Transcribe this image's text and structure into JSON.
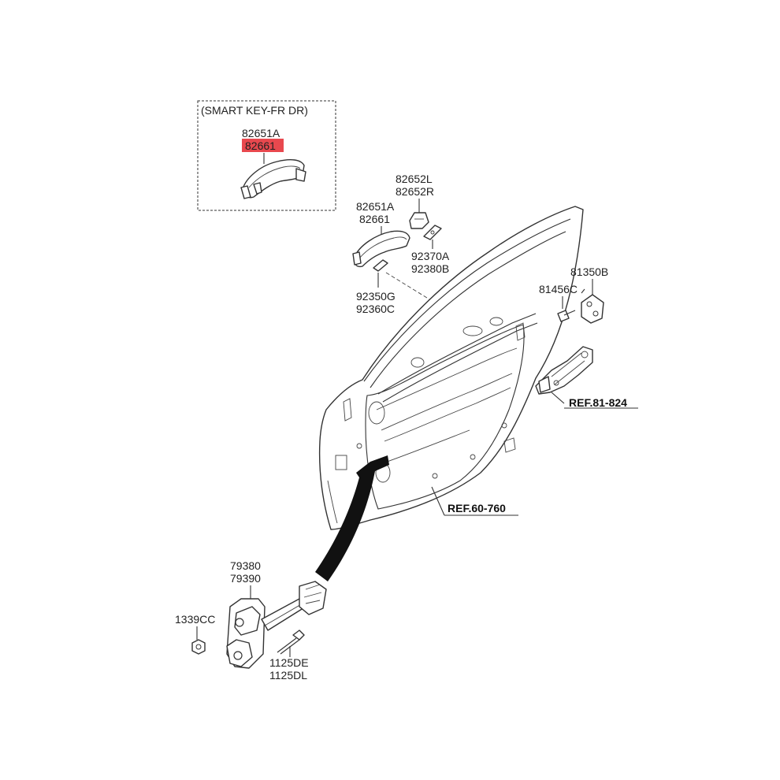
{
  "smart_key_box": {
    "title": "(SMART KEY-FR DR)",
    "part_top": "82651A",
    "part_highlight": "82661"
  },
  "colors": {
    "highlight": "#e8484e",
    "line": "#333333",
    "background": "#ffffff"
  },
  "labels": {
    "handle_cover_1": "82652L",
    "handle_cover_2": "82652R",
    "handle_1": "82651A",
    "handle_2": "82661",
    "pad_rear_1": "92370A",
    "pad_rear_2": "92380B",
    "pad_front_1": "92350G",
    "pad_front_2": "92360C",
    "striker_1": "81350B",
    "striker_bolt": "81456C",
    "checker_1": "79380",
    "checker_2": "79390",
    "nut": "1339CC",
    "bolt_1": "1125DE",
    "bolt_2": "1125DL"
  },
  "refs": {
    "latch": "REF.81-824",
    "door": "REF.60-760"
  }
}
